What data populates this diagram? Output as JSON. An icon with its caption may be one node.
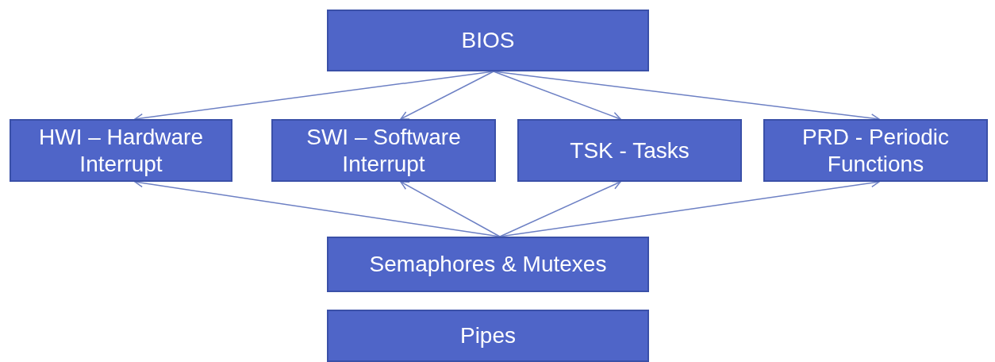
{
  "diagram": {
    "nodes": [
      {
        "text": [
          "BIOS"
        ]
      },
      {
        "text": [
          "HWI – Hardware Interrupt"
        ]
      },
      {
        "text": [
          "SWI – Software Interrupt"
        ]
      },
      {
        "text": [
          "TSK - Tasks"
        ]
      },
      {
        "text": [
          "PRD - Periodic Functions"
        ]
      },
      {
        "text": [
          "Semaphores & Mutexes"
        ]
      },
      {
        "text": [
          "Pipes"
        ]
      }
    ],
    "edges": [
      {
        "from": 0,
        "to": 1,
        "arrow": "to"
      },
      {
        "from": 0,
        "to": 2,
        "arrow": "to"
      },
      {
        "from": 0,
        "to": 3,
        "arrow": "to"
      },
      {
        "from": 0,
        "to": 4,
        "arrow": "to"
      },
      {
        "from": 5,
        "to": 1,
        "arrow": "to"
      },
      {
        "from": 5,
        "to": 2,
        "arrow": "to"
      },
      {
        "from": 5,
        "to": 3,
        "arrow": "to"
      },
      {
        "from": 5,
        "to": 4,
        "arrow": "to"
      }
    ]
  }
}
